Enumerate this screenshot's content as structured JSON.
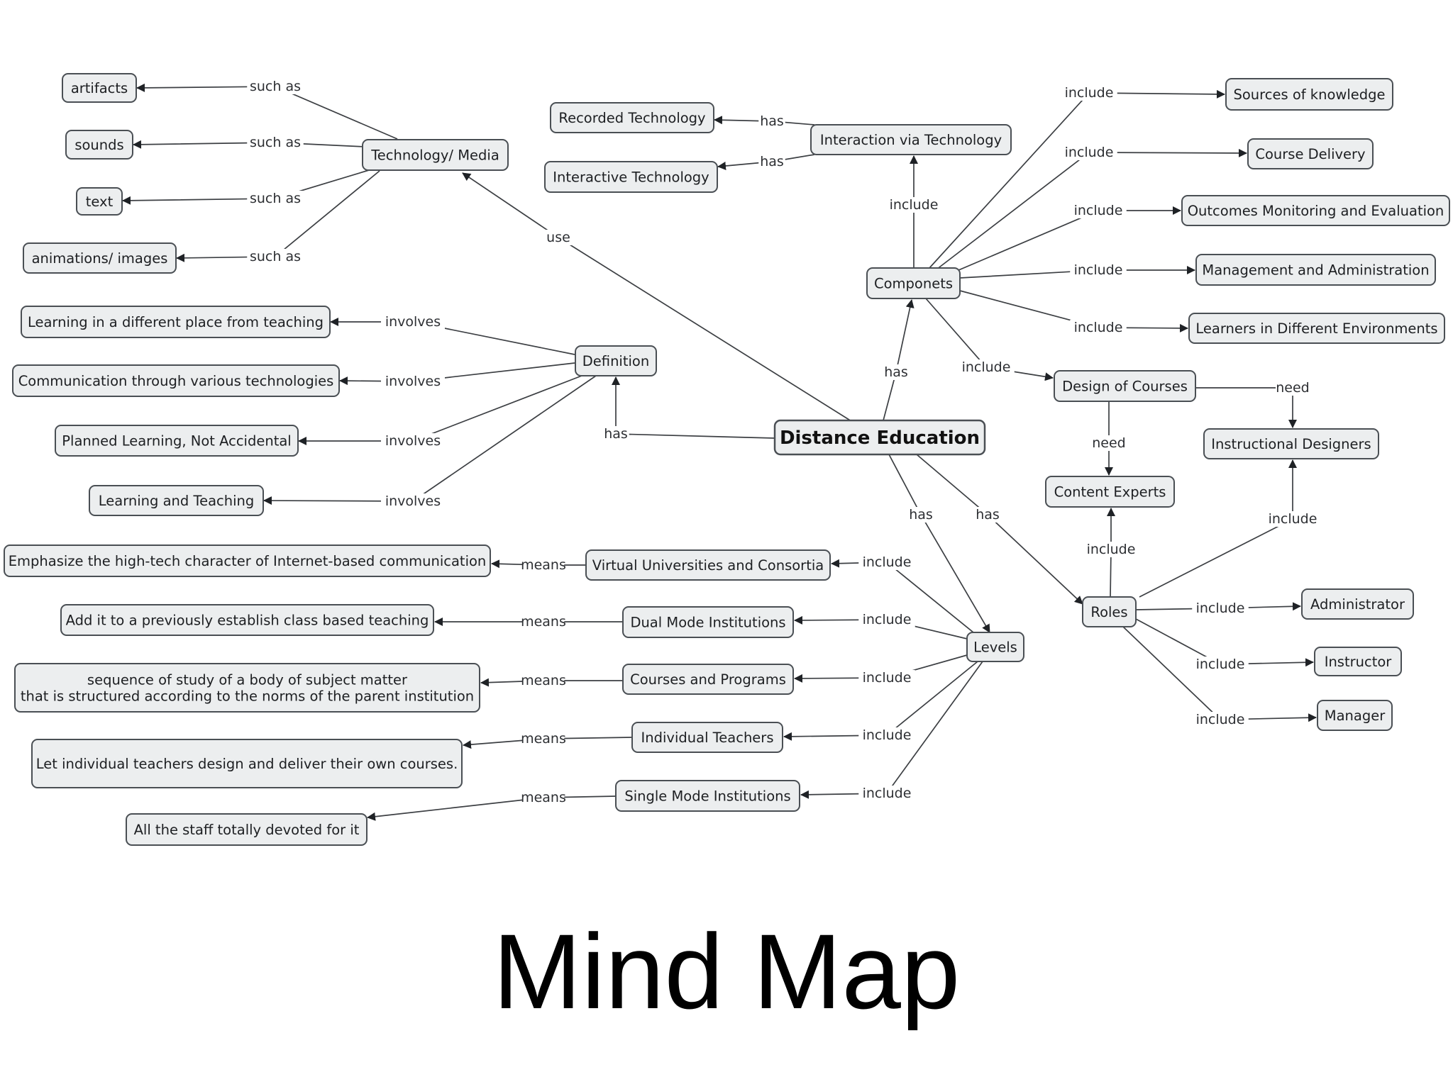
{
  "caption": "Mind Map",
  "root": "Distance Education",
  "nodes": {
    "artifacts": "artifacts",
    "sounds": "sounds",
    "text": "text",
    "animations": "animations/ images",
    "technology_media": "Technology/ Media",
    "recorded_technology": "Recorded Technology",
    "interactive_technology": "Interactive Technology",
    "interaction_via_technology": "Interaction via Technology",
    "sources_of_knowledge": "Sources of knowledge",
    "course_delivery": "Course Delivery",
    "outcomes_monitoring": "Outcomes Monitoring and Evaluation",
    "management_administration": "Management and Administration",
    "learners_environments": "Learners in Different Environments",
    "componets": "Componets",
    "design_of_courses": "Design of Courses",
    "instructional_designers": "Instructional Designers",
    "content_experts": "Content Experts",
    "learning_different_place": "Learning in a different place from teaching",
    "communication_technologies": "Communication through various technologies",
    "planned_learning": "Planned Learning, Not Accidental",
    "learning_and_teaching": "Learning and Teaching",
    "definition": "Definition",
    "emphasize_hightech": "Emphasize the high-tech character of Internet-based communication",
    "virtual_universities": "Virtual Universities and Consortia",
    "add_to_class": "Add it to a previously establish class based teaching",
    "dual_mode": "Dual Mode Institutions",
    "sequence_of_study": "sequence of study of a body of subject matter\nthat is structured according to the norms of the parent institution",
    "courses_programs": "Courses and Programs",
    "let_individual_teachers": "Let individual teachers design and deliver their own courses.",
    "individual_teachers": "Individual Teachers",
    "all_staff": "All the staff totally devoted for it",
    "single_mode": "Single Mode Institutions",
    "levels": "Levels",
    "roles": "Roles",
    "administrator": "Administrator",
    "instructor": "Instructor",
    "manager": "Manager"
  },
  "links": [
    {
      "from": "technology_media",
      "to": "artifacts",
      "label": "such as"
    },
    {
      "from": "technology_media",
      "to": "sounds",
      "label": "such as"
    },
    {
      "from": "technology_media",
      "to": "text",
      "label": "such as"
    },
    {
      "from": "technology_media",
      "to": "animations",
      "label": "such as"
    },
    {
      "from": "root",
      "to": "technology_media",
      "label": "use"
    },
    {
      "from": "interaction_via_technology",
      "to": "recorded_technology",
      "label": "has"
    },
    {
      "from": "interaction_via_technology",
      "to": "interactive_technology",
      "label": "has"
    },
    {
      "from": "componets",
      "to": "interaction_via_technology",
      "label": "include"
    },
    {
      "from": "componets",
      "to": "sources_of_knowledge",
      "label": "include"
    },
    {
      "from": "componets",
      "to": "course_delivery",
      "label": "include"
    },
    {
      "from": "componets",
      "to": "outcomes_monitoring",
      "label": "include"
    },
    {
      "from": "componets",
      "to": "management_administration",
      "label": "include"
    },
    {
      "from": "componets",
      "to": "learners_environments",
      "label": "include"
    },
    {
      "from": "componets",
      "to": "design_of_courses",
      "label": "include"
    },
    {
      "from": "root",
      "to": "componets",
      "label": "has"
    },
    {
      "from": "design_of_courses",
      "to": "instructional_designers",
      "label": "need"
    },
    {
      "from": "design_of_courses",
      "to": "content_experts",
      "label": "need"
    },
    {
      "from": "definition",
      "to": "learning_different_place",
      "label": "involves"
    },
    {
      "from": "definition",
      "to": "communication_technologies",
      "label": "involves"
    },
    {
      "from": "definition",
      "to": "planned_learning",
      "label": "involves"
    },
    {
      "from": "definition",
      "to": "learning_and_teaching",
      "label": "involves"
    },
    {
      "from": "root",
      "to": "definition",
      "label": "has"
    },
    {
      "from": "root",
      "to": "levels",
      "label": "has"
    },
    {
      "from": "root",
      "to": "roles",
      "label": "has"
    },
    {
      "from": "levels",
      "to": "virtual_universities",
      "label": "include"
    },
    {
      "from": "levels",
      "to": "dual_mode",
      "label": "include"
    },
    {
      "from": "levels",
      "to": "courses_programs",
      "label": "include"
    },
    {
      "from": "levels",
      "to": "individual_teachers",
      "label": "include"
    },
    {
      "from": "levels",
      "to": "single_mode",
      "label": "include"
    },
    {
      "from": "virtual_universities",
      "to": "emphasize_hightech",
      "label": "means"
    },
    {
      "from": "dual_mode",
      "to": "add_to_class",
      "label": "means"
    },
    {
      "from": "courses_programs",
      "to": "sequence_of_study",
      "label": "means"
    },
    {
      "from": "individual_teachers",
      "to": "let_individual_teachers",
      "label": "means"
    },
    {
      "from": "single_mode",
      "to": "all_staff",
      "label": "means"
    },
    {
      "from": "roles",
      "to": "content_experts",
      "label": "include"
    },
    {
      "from": "roles",
      "to": "instructional_designers",
      "label": "include"
    },
    {
      "from": "roles",
      "to": "administrator",
      "label": "include"
    },
    {
      "from": "roles",
      "to": "instructor",
      "label": "include"
    },
    {
      "from": "roles",
      "to": "manager",
      "label": "include"
    }
  ]
}
